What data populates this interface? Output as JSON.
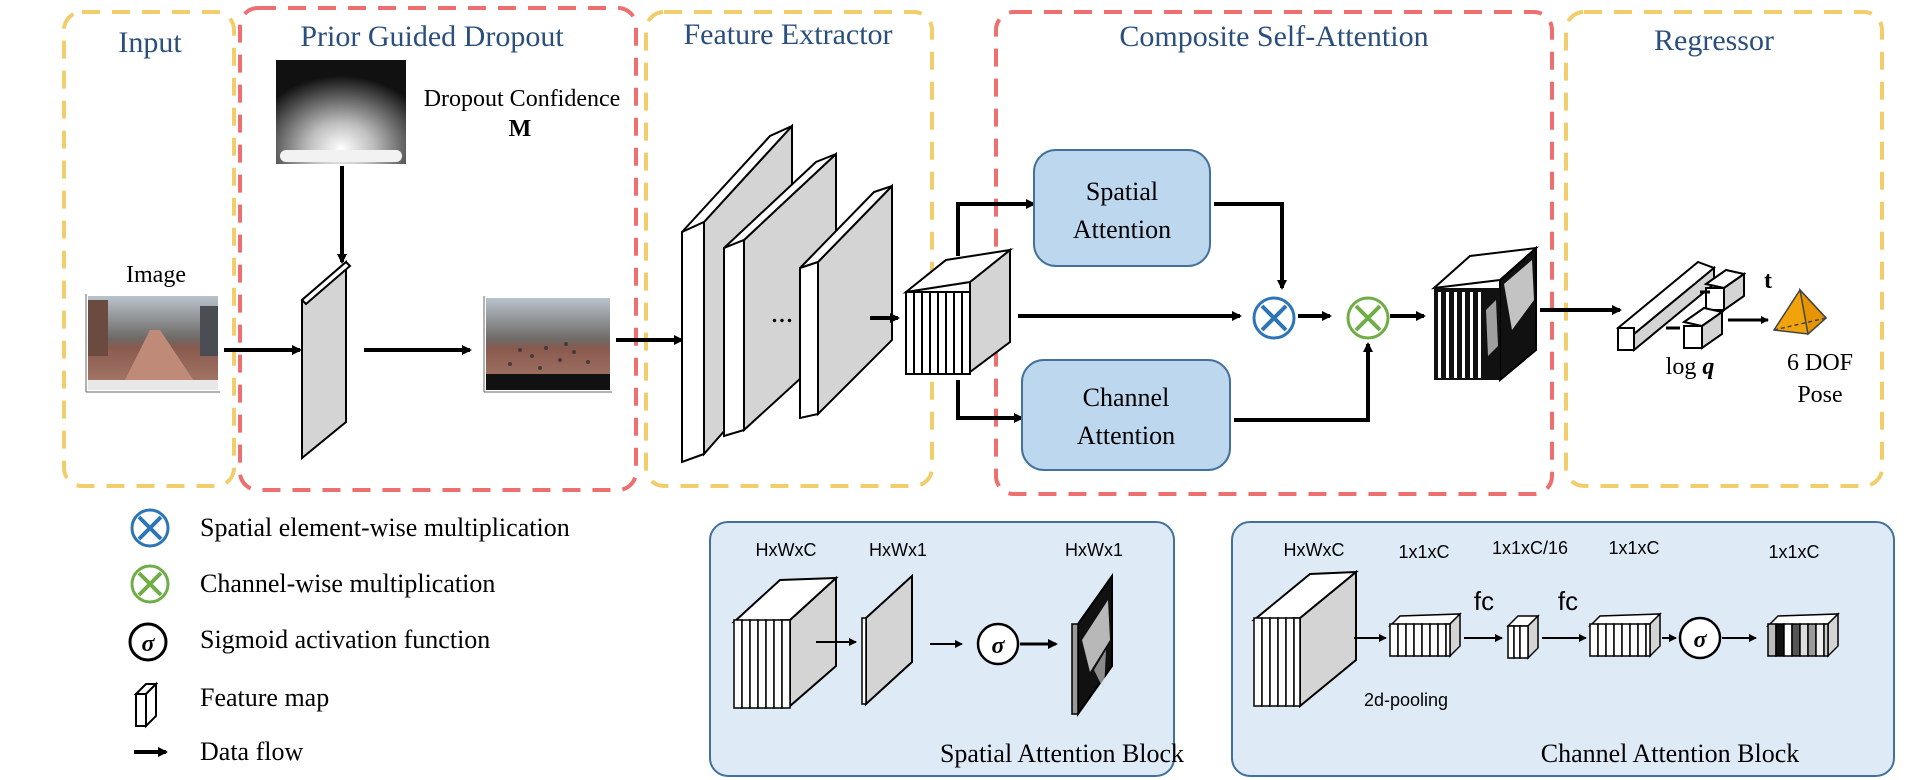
{
  "colors": {
    "yellow_dash": "#F2CD6C",
    "red_dash": "#EE6F6F",
    "title_blue": "#2A4F7C",
    "block_fill": "#BDD7EE",
    "block_stroke": "#41719C",
    "panel_fill": "#DEEBF7",
    "gray_face": "#D4D4D4",
    "blue_x": "#2E75B6",
    "green_x": "#70AD47",
    "orange_pose": "#F0A30A"
  },
  "sections": {
    "input": "Input",
    "dropout": "Prior Guided Dropout",
    "extractor": "Feature Extractor",
    "attention": "Composite Self-Attention",
    "regressor": "Regressor"
  },
  "labels": {
    "image": "Image",
    "dropout_confidence": "Dropout Confidence",
    "dropout_symbol": "M",
    "ellipsis": "...",
    "spatial_attention": [
      "Spatial",
      "Attention"
    ],
    "channel_attention": [
      "Channel",
      "Attention"
    ],
    "translation": "t",
    "log_q_prefix": "log ",
    "log_q_var": "q",
    "pose": [
      "6 DOF",
      "Pose"
    ]
  },
  "legend": [
    {
      "icon": "blue-x",
      "text": "Spatial element-wise multiplication"
    },
    {
      "icon": "green-x",
      "text": "Channel-wise multiplication"
    },
    {
      "icon": "sigma",
      "text": "Sigmoid activation  function"
    },
    {
      "icon": "feature-map",
      "text": "Feature map"
    },
    {
      "icon": "arrow",
      "text": "Data flow"
    }
  ],
  "spatial_block": {
    "title": "Spatial Attention Block",
    "dims": [
      "HxWxC",
      "HxWx1",
      "HxWx1"
    ],
    "sigma": "σ"
  },
  "channel_block": {
    "title": "Channel Attention Block",
    "dims": [
      "HxWxC",
      "1x1xC",
      "1x1xC/16",
      "1x1xC",
      "1x1xC"
    ],
    "ops": [
      "fc",
      "fc"
    ],
    "pool": "2d-pooling",
    "sigma": "σ"
  }
}
